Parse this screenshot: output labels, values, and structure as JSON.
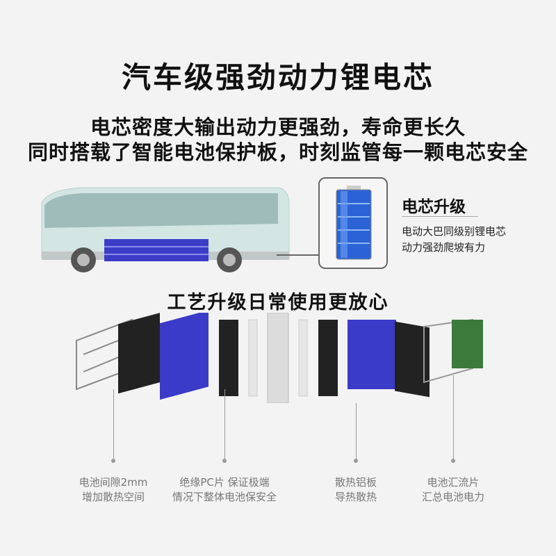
{
  "title": "汽车级强劲动力锂电芯",
  "subtitle": [
    "电芯密度大输出动力更强劲，寿命更长久",
    "同时搭载了智能电池保护板，时刻监管每一颗电芯安全"
  ],
  "upgrade": {
    "title": "电芯升级",
    "desc": [
      "电动大巴同级别锂电芯",
      "动力强劲爬坡有力"
    ]
  },
  "craft_title": "工艺升级日常使用更放心",
  "callouts": [
    {
      "lines": [
        "电池间隙2mm",
        "增加散热空间"
      ]
    },
    {
      "lines": [
        "绝缘PC片 保证极端",
        "情况下整体电池保安全"
      ]
    },
    {
      "lines": [
        "散热铝板",
        "导热散热"
      ]
    },
    {
      "lines": [
        "电池汇流片",
        "汇总电池电力"
      ]
    }
  ],
  "colors": {
    "cell_blue": "#3a3bc8",
    "bus_body": "#cfe4e2",
    "callout": "#999999"
  }
}
